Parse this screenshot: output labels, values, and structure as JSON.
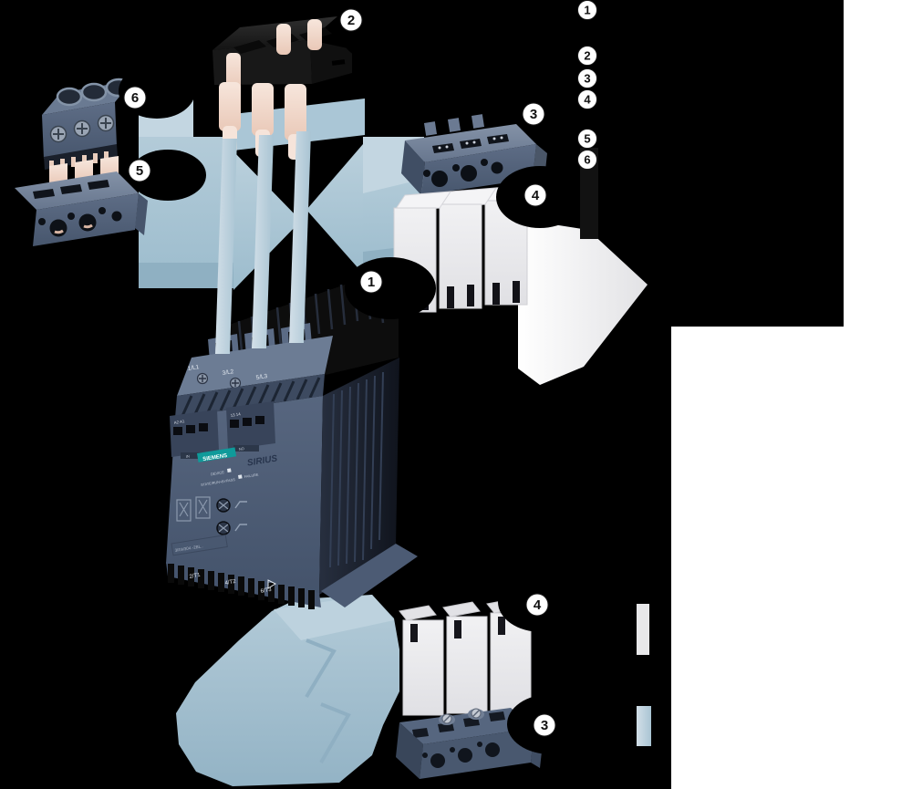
{
  "markers": {
    "m1": "1",
    "m2": "2",
    "m3": "3",
    "m4": "4",
    "m5": "5",
    "m6": "6"
  },
  "legend": {
    "items": [
      "1",
      "2",
      "3",
      "4",
      "5",
      "6"
    ]
  },
  "device": {
    "brand": "SIEMENS",
    "series": "SIRIUS",
    "type_label": "3RW304.-2BL..",
    "top_terminals": [
      "1/L1",
      "3/L2",
      "5/L3"
    ],
    "bottom_terminals": [
      "2/T1",
      "4/T2",
      "6/T3"
    ],
    "control_left": "A2 A1",
    "control_left_tab": "IN",
    "control_right": "13 14",
    "control_right_tab": "NO",
    "led_device": "DEVICE",
    "led_state": "STATE/RUN+BYPASS",
    "led_failure": "FAILURE"
  },
  "colors": {
    "background": "#000000",
    "white_region": "#ffffff",
    "arrow_blue": "#a9c5d5",
    "brand_teal": "#0f9a9a",
    "device_body": "#4e5d77",
    "device_side": "#1a2130",
    "clear_cover": "#ececee",
    "pink_pin": "#f2d9cb",
    "callout_fill": "#ffffff",
    "callout_text": "#111111"
  }
}
